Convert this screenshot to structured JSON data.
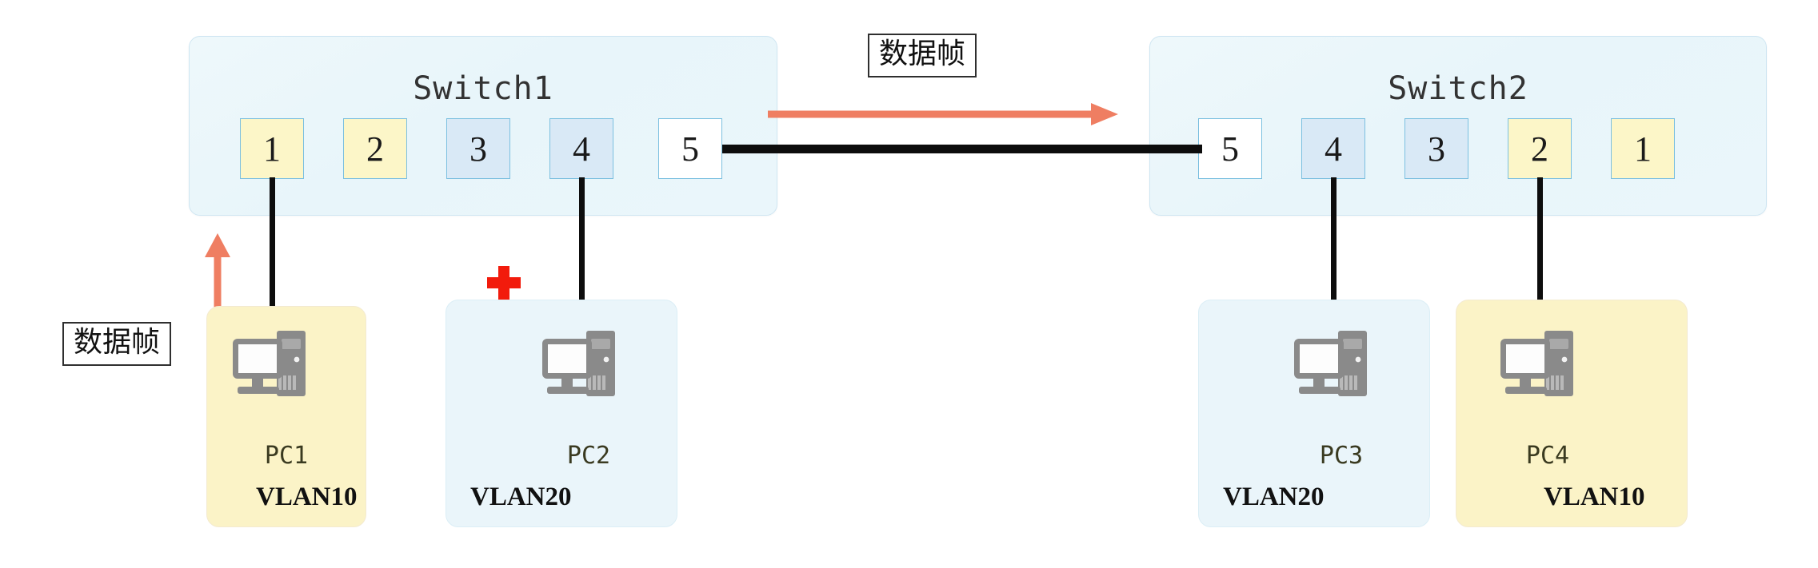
{
  "diagram": {
    "title_hidden": "",
    "colors": {
      "vlan10_port": "#fcf6c8",
      "vlan20_port": "#d9e9f6",
      "trunk_port": "#ffffff",
      "port_border": "#7cc0e0",
      "switch_bg": "#eef8fb",
      "frame_arrow": "#ef7e62",
      "cable": "#0d0d0d",
      "cross": "#f21b0c",
      "host_yellow": "#fbf3c7",
      "host_blue": "#eaf5fa"
    },
    "switches": [
      {
        "name": "Switch1",
        "ports": [
          {
            "label": "1",
            "vlan": "vlan10"
          },
          {
            "label": "2",
            "vlan": "vlan10"
          },
          {
            "label": "3",
            "vlan": "vlan20"
          },
          {
            "label": "4",
            "vlan": "vlan20"
          },
          {
            "label": "5",
            "vlan": "trunk"
          }
        ]
      },
      {
        "name": "Switch2",
        "ports": [
          {
            "label": "5",
            "vlan": "trunk"
          },
          {
            "label": "4",
            "vlan": "vlan20"
          },
          {
            "label": "3",
            "vlan": "vlan20"
          },
          {
            "label": "2",
            "vlan": "vlan10"
          },
          {
            "label": "1",
            "vlan": "vlan10"
          }
        ]
      }
    ],
    "hosts": [
      {
        "name": "PC1",
        "vlan": "VLAN10",
        "zone": "yellow"
      },
      {
        "name": "PC2",
        "vlan": "VLAN20",
        "zone": "blue"
      },
      {
        "name": "PC3",
        "vlan": "VLAN20",
        "zone": "blue"
      },
      {
        "name": "PC4",
        "vlan": "VLAN10",
        "zone": "yellow"
      }
    ],
    "annotations": {
      "frame_label_left": "数据帧",
      "frame_label_top": "数据帧",
      "blocked_marker": "red-cross"
    }
  }
}
